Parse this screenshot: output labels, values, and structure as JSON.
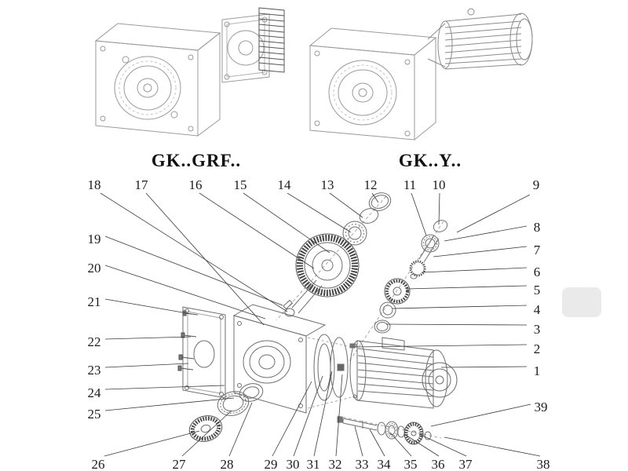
{
  "variants": {
    "left_label": "GK..GRF..",
    "right_label": "GK..Y.."
  },
  "callouts": {
    "top": [
      "18",
      "17",
      "16",
      "15",
      "14",
      "13",
      "12",
      "11",
      "10",
      "9"
    ],
    "left": [
      "19",
      "20",
      "21",
      "22",
      "23",
      "24",
      "25"
    ],
    "right": [
      "8",
      "7",
      "6",
      "5",
      "4",
      "3",
      "2",
      "1",
      "39"
    ],
    "bottom": [
      "26",
      "27",
      "28",
      "29",
      "30",
      "31",
      "32",
      "33",
      "34",
      "35",
      "36",
      "37",
      "38"
    ]
  }
}
